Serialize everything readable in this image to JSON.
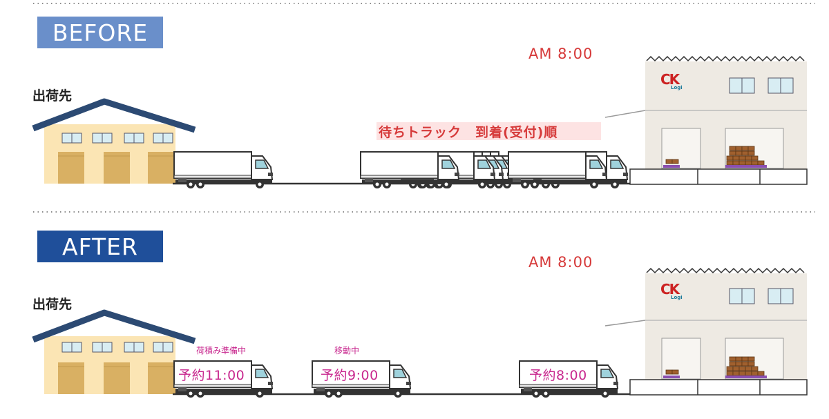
{
  "before": {
    "badge": "BEFORE",
    "time": "AM 8:00",
    "destination_label": "出荷先",
    "queue_label": "待ちトラック　到着(受付)順"
  },
  "after": {
    "badge": "AFTER",
    "time": "AM 8:00",
    "destination_label": "出荷先",
    "trucks": [
      {
        "status": "荷積み準備中",
        "reservation": "予約11:00"
      },
      {
        "status": "移動中",
        "reservation": "予約9:00"
      },
      {
        "status": "",
        "reservation": "予約8:00"
      }
    ]
  },
  "logo": {
    "mark": "CK",
    "sub": "Logi"
  },
  "colors": {
    "before_badge": "#6a8fca",
    "after_badge": "#1f4f9a",
    "time_text": "#d63a3a",
    "reservation_text": "#c8278e",
    "roof": "#2c4a73",
    "house_wall": "#fbe5b4",
    "door": "#d9b063"
  }
}
